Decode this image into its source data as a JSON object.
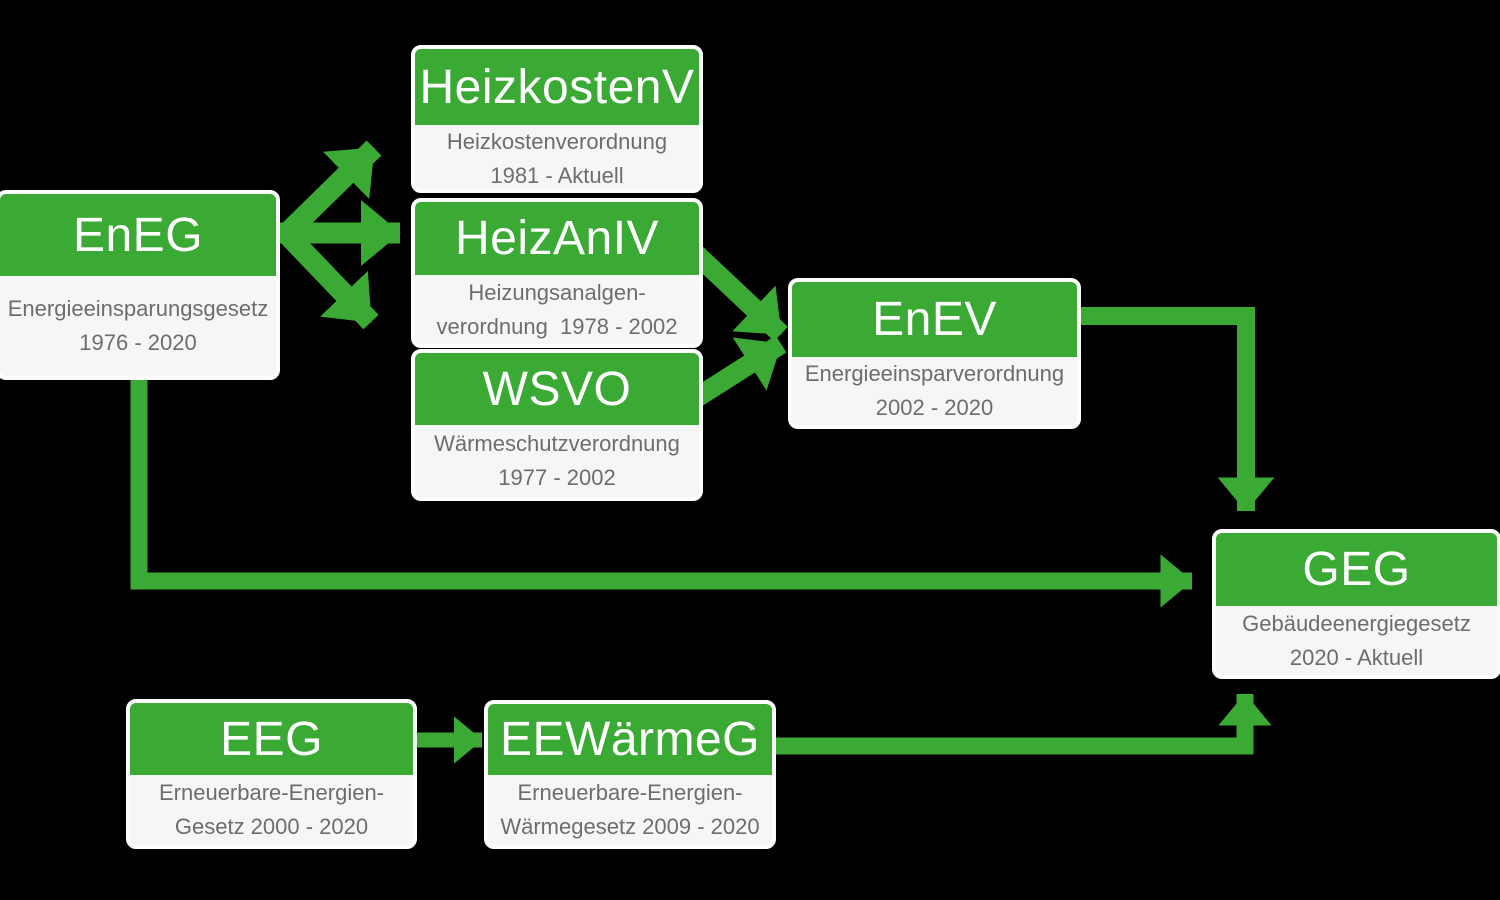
{
  "colors": {
    "accent_green": "#3aaa35",
    "box_body_bg": "#f5f6f5",
    "box_border": "#fdfdfd",
    "title_text": "#ffffff",
    "subtitle_text": "#6d6d6d",
    "background": "#000000"
  },
  "nodes": {
    "eneg": {
      "title": "EnEG",
      "subtitle_line1": "Energieeinsparungsgesetz",
      "subtitle_line2": "1976 - 2020"
    },
    "heizkostenv": {
      "title": "HeizkostenV",
      "subtitle_line1": "Heizkostenverordnung",
      "subtitle_line2": "1981 - Aktuell"
    },
    "heizaniv": {
      "title": "HeizAnIV",
      "subtitle_line1": "Heizungsanalgen-",
      "subtitle_line2": "verordnung  1978 - 2002"
    },
    "wsvo": {
      "title": "WSVO",
      "subtitle_line1": "Wärmeschutzverordnung",
      "subtitle_line2": "1977 - 2002"
    },
    "enev": {
      "title": "EnEV",
      "subtitle_line1": "Energieeinsparverordnung",
      "subtitle_line2": "2002 - 2020"
    },
    "geg": {
      "title": "GEG",
      "subtitle_line1": "Gebäudeenergiegesetz",
      "subtitle_line2": "2020 - Aktuell"
    },
    "eeg": {
      "title": "EEG",
      "subtitle_line1": "Erneuerbare-Energien-",
      "subtitle_line2": "Gesetz 2000 - 2020"
    },
    "eewaermeg": {
      "title": "EEWärmeG",
      "subtitle_line1": "Erneuerbare-Energien-",
      "subtitle_line2": "Wärmegesetz 2009 - 2020"
    }
  },
  "edges": [
    {
      "from": "EnEG",
      "to": "HeizkostenV"
    },
    {
      "from": "EnEG",
      "to": "HeizAnIV"
    },
    {
      "from": "EnEG",
      "to": "WSVO"
    },
    {
      "from": "HeizAnIV",
      "to": "EnEV"
    },
    {
      "from": "WSVO",
      "to": "EnEV"
    },
    {
      "from": "EnEV",
      "to": "GEG"
    },
    {
      "from": "EnEG",
      "to": "GEG"
    },
    {
      "from": "EEG",
      "to": "EEWärmeG"
    },
    {
      "from": "EEWärmeG",
      "to": "GEG"
    }
  ]
}
